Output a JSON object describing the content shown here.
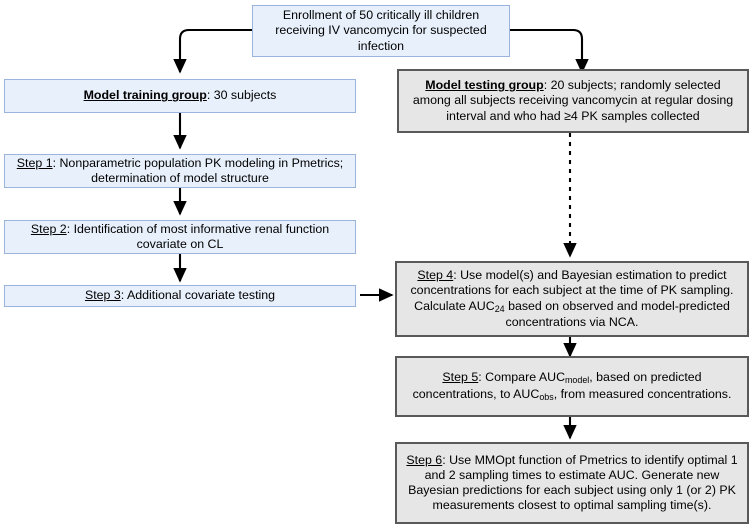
{
  "figure": {
    "type": "flowchart",
    "title": "Study design flowchart for vancomycin population PK model development and testing",
    "colors": {
      "blue_fill": "#e8f0fb",
      "blue_border": "#9ab4dd",
      "gray_fill": "#e6e6e6",
      "gray_border": "#595959",
      "line": "#000000",
      "text": "#000000",
      "background": "#ffffff"
    }
  },
  "nodes": {
    "enrollment": {
      "id": "enrollment",
      "style": "blue",
      "text": "Enrollment of 50 critically ill children\nreceiving IV vancomycin for suspected\ninfection"
    },
    "training_group": {
      "id": "training-group",
      "style": "blue",
      "label_bold": "Model training group",
      "rest": ": 30 subjects"
    },
    "testing_group": {
      "id": "testing-group",
      "style": "gray",
      "label_bold": "Model testing group",
      "rest": ": 20 subjects; randomly selected among all subjects receiving vancomycin at regular dosing interval and who had ≥4 PK samples collected"
    },
    "step1": {
      "id": "step-1",
      "style": "blue",
      "label_bold": "Step 1",
      "rest": ": Nonparametric population PK modeling in Pmetrics; determination of model structure"
    },
    "step2": {
      "id": "step-2",
      "style": "blue",
      "label_bold": "Step 2",
      "rest": ": Identification of most informative renal function covariate on CL"
    },
    "step3": {
      "id": "step-3",
      "style": "blue",
      "label_bold": "Step 3",
      "rest": ": Additional covariate testing"
    },
    "step4": {
      "id": "step-4",
      "style": "gray",
      "label_bold": "Step 4",
      "part_a": ": Use model(s) and Bayesian estimation to predict concentrations for each subject at the time of PK sampling. Calculate AUC",
      "sub_a": "24",
      "part_b": " based on observed and model-predicted concentrations via NCA."
    },
    "step5": {
      "id": "step-5",
      "style": "gray",
      "label_bold": "Step 5",
      "part_a": ": Compare AUC",
      "sub_a": "model",
      "part_b": ", based on predicted concentrations, to AUC",
      "sub_b": "obs",
      "part_c": ", from measured concentrations."
    },
    "step6": {
      "id": "step-6",
      "style": "gray",
      "label_bold": "Step 6",
      "rest": ": Use MMOpt function of Pmetrics to identify optimal 1 and 2 sampling times to estimate AUC. Generate new Bayesian predictions for each subject using only 1 (or 2) PK measurements closest to optimal sampling time(s)."
    }
  },
  "edges": [
    {
      "id": "enrollment-to-training",
      "from": "enrollment",
      "to": "training_group",
      "style": "solid",
      "arrow": "end"
    },
    {
      "id": "enrollment-to-testing",
      "from": "enrollment",
      "to": "testing_group",
      "style": "solid",
      "arrow": "end"
    },
    {
      "id": "training-to-step1",
      "from": "training_group",
      "to": "step1",
      "style": "solid",
      "arrow": "end"
    },
    {
      "id": "step1-to-step2",
      "from": "step1",
      "to": "step2",
      "style": "solid",
      "arrow": "end"
    },
    {
      "id": "step2-to-step3",
      "from": "step2",
      "to": "step3",
      "style": "solid",
      "arrow": "end"
    },
    {
      "id": "step3-to-step4",
      "from": "step3",
      "to": "step4",
      "style": "solid",
      "arrow": "end"
    },
    {
      "id": "testing-to-step4",
      "from": "testing_group",
      "to": "step4",
      "style": "dashed",
      "arrow": "end"
    },
    {
      "id": "step4-to-step5",
      "from": "step4",
      "to": "step5",
      "style": "solid",
      "arrow": "end"
    },
    {
      "id": "step5-to-step6",
      "from": "step5",
      "to": "step6",
      "style": "solid",
      "arrow": "end"
    }
  ]
}
